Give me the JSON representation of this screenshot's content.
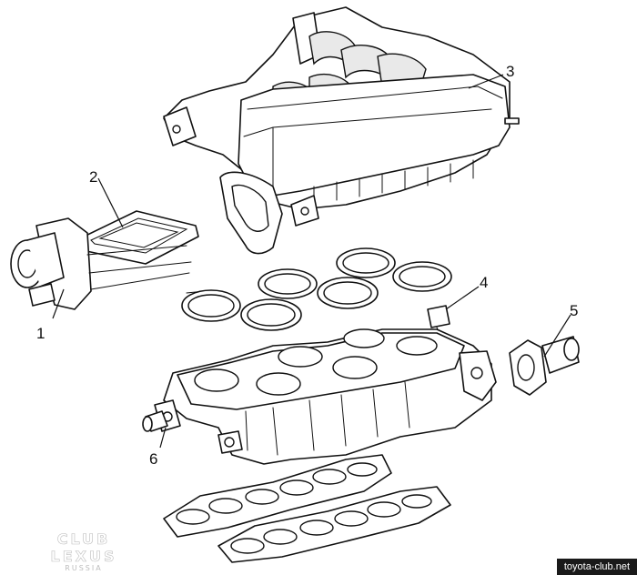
{
  "callouts": [
    "1",
    "2",
    "3",
    "4",
    "5",
    "6"
  ],
  "watermark": {
    "logo_line1": "CLUB LEXUS",
    "logo_line2": "RUSSIA",
    "site": "toyota-club.net"
  }
}
